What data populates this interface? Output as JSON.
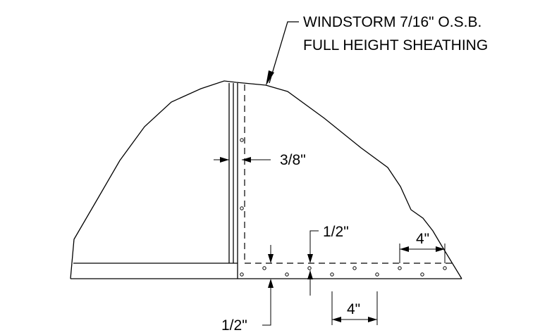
{
  "callout": {
    "line1": "WINDSTORM 7/16\" O.S.B.",
    "line2": "FULL HEIGHT SHEATHING"
  },
  "dimensions": {
    "edge_distance_vertical": "3/8\"",
    "edge_distance_top": "1/2\"",
    "edge_distance_bottom": "1/2\"",
    "spacing_top": "4\"",
    "spacing_bottom": "4\""
  }
}
